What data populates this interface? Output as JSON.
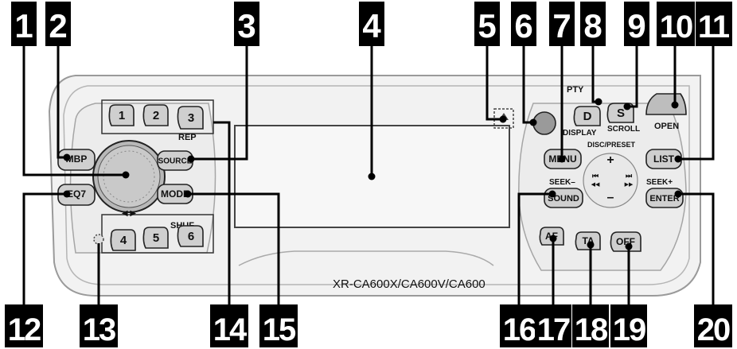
{
  "model_text": "XR-CA600X/CA600V/CA600",
  "callout_numbers": [
    "1",
    "2",
    "3",
    "4",
    "5",
    "6",
    "7",
    "8",
    "9",
    "10",
    "11",
    "12",
    "13",
    "14",
    "15",
    "16",
    "17",
    "18",
    "19",
    "20"
  ],
  "buttons": {
    "mbp": "MBP",
    "eq7": "EQ7",
    "source": "SOURCE",
    "mode": "MODE",
    "preset1": "1",
    "preset2": "2",
    "preset3": "3",
    "preset4": "4",
    "preset5": "5",
    "preset6": "6",
    "menu": "MENU",
    "sound": "SOUND",
    "list": "LIST",
    "enter": "ENTER",
    "d": "D",
    "s": "S",
    "af": "AF",
    "ta": "TA",
    "off": "OFF"
  },
  "labels": {
    "rep": "REP",
    "shuf": "SHUF",
    "pty": "PTY",
    "display": "DISPLAY",
    "scroll": "SCROLL",
    "open": "OPEN",
    "disc_preset": "DISC/PRESET",
    "plus": "+",
    "minus": "–",
    "seek_minus": "SEEK–",
    "seek_plus": "SEEK+",
    "prev": "⏮",
    "next": "⏭",
    "rew": "◀◀",
    "ff": "▶▶",
    "dial_arrows": "◀ ▶"
  },
  "colors": {
    "callout_box": "#000000",
    "callout_text": "#ffffff",
    "button_fill": "#cfcfcf",
    "panel_fill": "#f2f2f2"
  }
}
